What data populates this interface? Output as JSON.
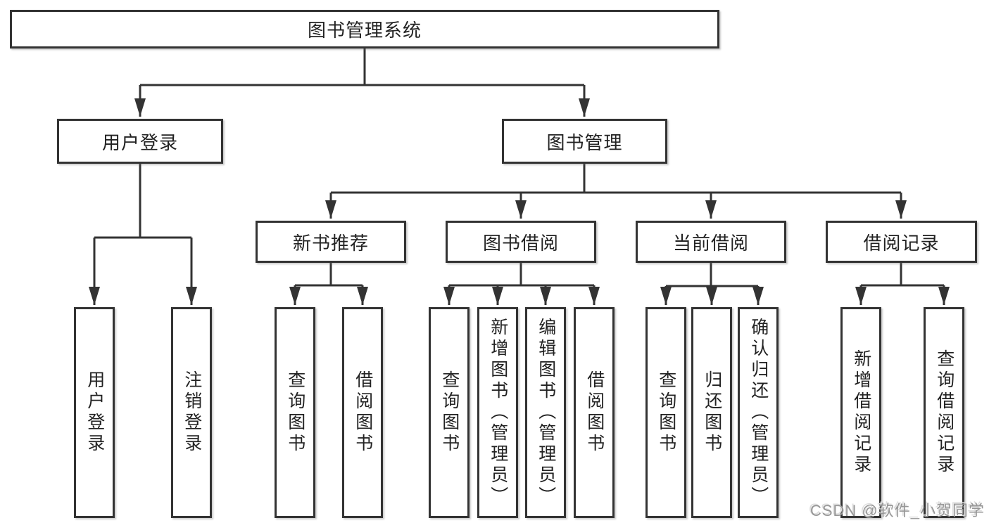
{
  "diagram": {
    "root": {
      "label": "图书管理系统"
    },
    "level2": [
      {
        "label": "用户登录",
        "children": [
          {
            "label": "用户登录"
          },
          {
            "label": "注销登录"
          }
        ]
      },
      {
        "label": "图书管理",
        "children": [
          {
            "label": "新书推荐",
            "children": [
              {
                "label": "查询图书"
              },
              {
                "label": "借阅图书"
              }
            ]
          },
          {
            "label": "图书借阅",
            "children": [
              {
                "label": "查询图书"
              },
              {
                "label": "新增图书（管理员）"
              },
              {
                "label": "编辑图书（管理员）"
              },
              {
                "label": "借阅图书"
              }
            ]
          },
          {
            "label": "当前借阅",
            "children": [
              {
                "label": "查询图书"
              },
              {
                "label": "归还图书"
              },
              {
                "label": "确认归还（管理员）"
              }
            ]
          },
          {
            "label": "借阅记录",
            "children": [
              {
                "label": "新增借阅记录"
              },
              {
                "label": "查询借阅记录"
              }
            ]
          }
        ]
      }
    ]
  },
  "watermark": {
    "text": "CSDN @软件_小贺同学"
  },
  "colors": {
    "line": "#333333",
    "box_border": "#333333",
    "box_fill": "#ffffff",
    "text": "#222222",
    "watermark": "#969696"
  }
}
